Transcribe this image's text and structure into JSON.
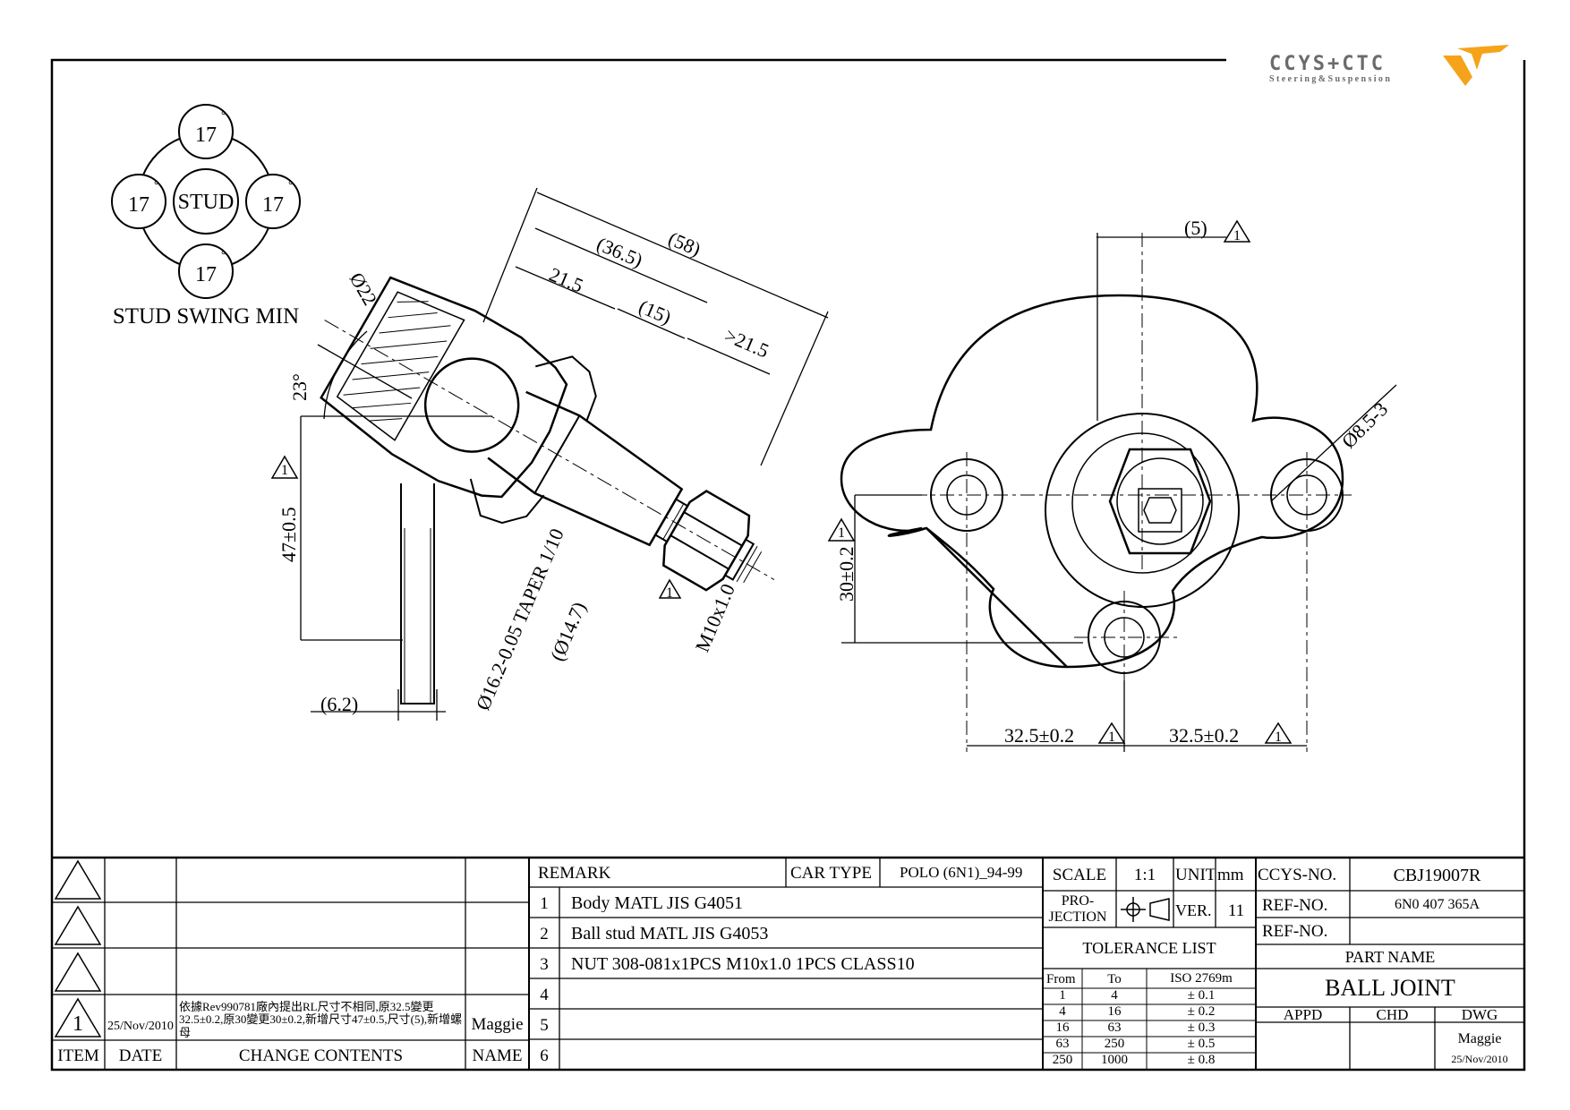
{
  "logo": {
    "brand": "CCYS+CTC",
    "tagline": "Steering&Suspension",
    "accent": "#f5a31b",
    "ink": "#6b6b6b"
  },
  "stud_swing": {
    "angles": [
      "17",
      "17",
      "17",
      "17"
    ],
    "center": "STUD",
    "deg": "°",
    "caption": "STUD SWING MIN"
  },
  "side_view": {
    "dims": {
      "d58": "(58)",
      "d36_5": "(36.5)",
      "d21_5": "21.5",
      "d15": "(15)",
      "gt21_5": ">21.5",
      "dia22": "Ø22",
      "ang23": "23°",
      "h47": "47±0.5",
      "w6_2": "(6.2)",
      "taper": "Ø16.2-0.05 TAPER 1/10",
      "dia14_7": "(Ø14.7)",
      "thread": "M10x1.0"
    },
    "rev_marks": [
      "1",
      "1"
    ]
  },
  "plan_view": {
    "dims": {
      "d5": "(5)",
      "hole": "Ø8.5-3",
      "v30": "30±0.2",
      "h32_left": "32.5±0.2",
      "h32_right": "32.5±0.2"
    },
    "rev_marks": [
      "1",
      "1",
      "1",
      "1"
    ]
  },
  "revisions": {
    "rows": [
      {
        "item": "",
        "date": "",
        "contents": "",
        "name": ""
      },
      {
        "item": "",
        "date": "",
        "contents": "",
        "name": ""
      },
      {
        "item": "",
        "date": "",
        "contents": "",
        "name": ""
      },
      {
        "item": "1",
        "date": "25/Nov/2010",
        "contents": "依據Rev990781廠內提出RL尺寸不相同,原32.5變更32.5±0.2,原30變更30±0.2,新增尺寸47±0.5,尺寸(5),新增螺母",
        "name": "Maggie"
      }
    ],
    "headers": {
      "item": "ITEM",
      "date": "DATE",
      "contents": "CHANGE CONTENTS",
      "name": "NAME"
    }
  },
  "remarks": {
    "label": "REMARK",
    "car_type_label": "CAR TYPE",
    "car_type": "POLO (6N1)_94-99",
    "items": [
      {
        "no": "1",
        "text": "Body MATL JIS G4051"
      },
      {
        "no": "2",
        "text": "Ball stud MATL JIS G4053"
      },
      {
        "no": "3",
        "text": "NUT 308-081x1PCS M10x1.0 1PCS CLASS10"
      },
      {
        "no": "4",
        "text": ""
      },
      {
        "no": "5",
        "text": ""
      },
      {
        "no": "6",
        "text": ""
      }
    ]
  },
  "scale_block": {
    "scale_label": "SCALE",
    "scale": "1:1",
    "unit_label": "UNIT",
    "unit": "mm",
    "projection_label": "PRO-\nJECTION",
    "ver_label": "VER.",
    "ver": "11",
    "tolerance_title": "TOLERANCE LIST",
    "tol_headers": [
      "From",
      "To",
      "ISO 2769m"
    ],
    "tol_rows": [
      [
        "1",
        "4",
        "± 0.1"
      ],
      [
        "4",
        "16",
        "± 0.2"
      ],
      [
        "16",
        "63",
        "± 0.3"
      ],
      [
        "63",
        "250",
        "± 0.5"
      ],
      [
        "250",
        "1000",
        "± 0.8"
      ]
    ]
  },
  "part_block": {
    "ccys_label": "CCYS-NO.",
    "ccys_no": "CBJ19007R",
    "ref_label": "REF-NO.",
    "ref_no": "6N0 407 365A",
    "ref2_label": "REF-NO.",
    "ref2_no": "",
    "part_name_label": "PART NAME",
    "part_name": "BALL JOINT",
    "appd": "APPD",
    "chd": "CHD",
    "dwg": "DWG",
    "dwg_name": "Maggie",
    "dwg_date": "25/Nov/2010"
  }
}
